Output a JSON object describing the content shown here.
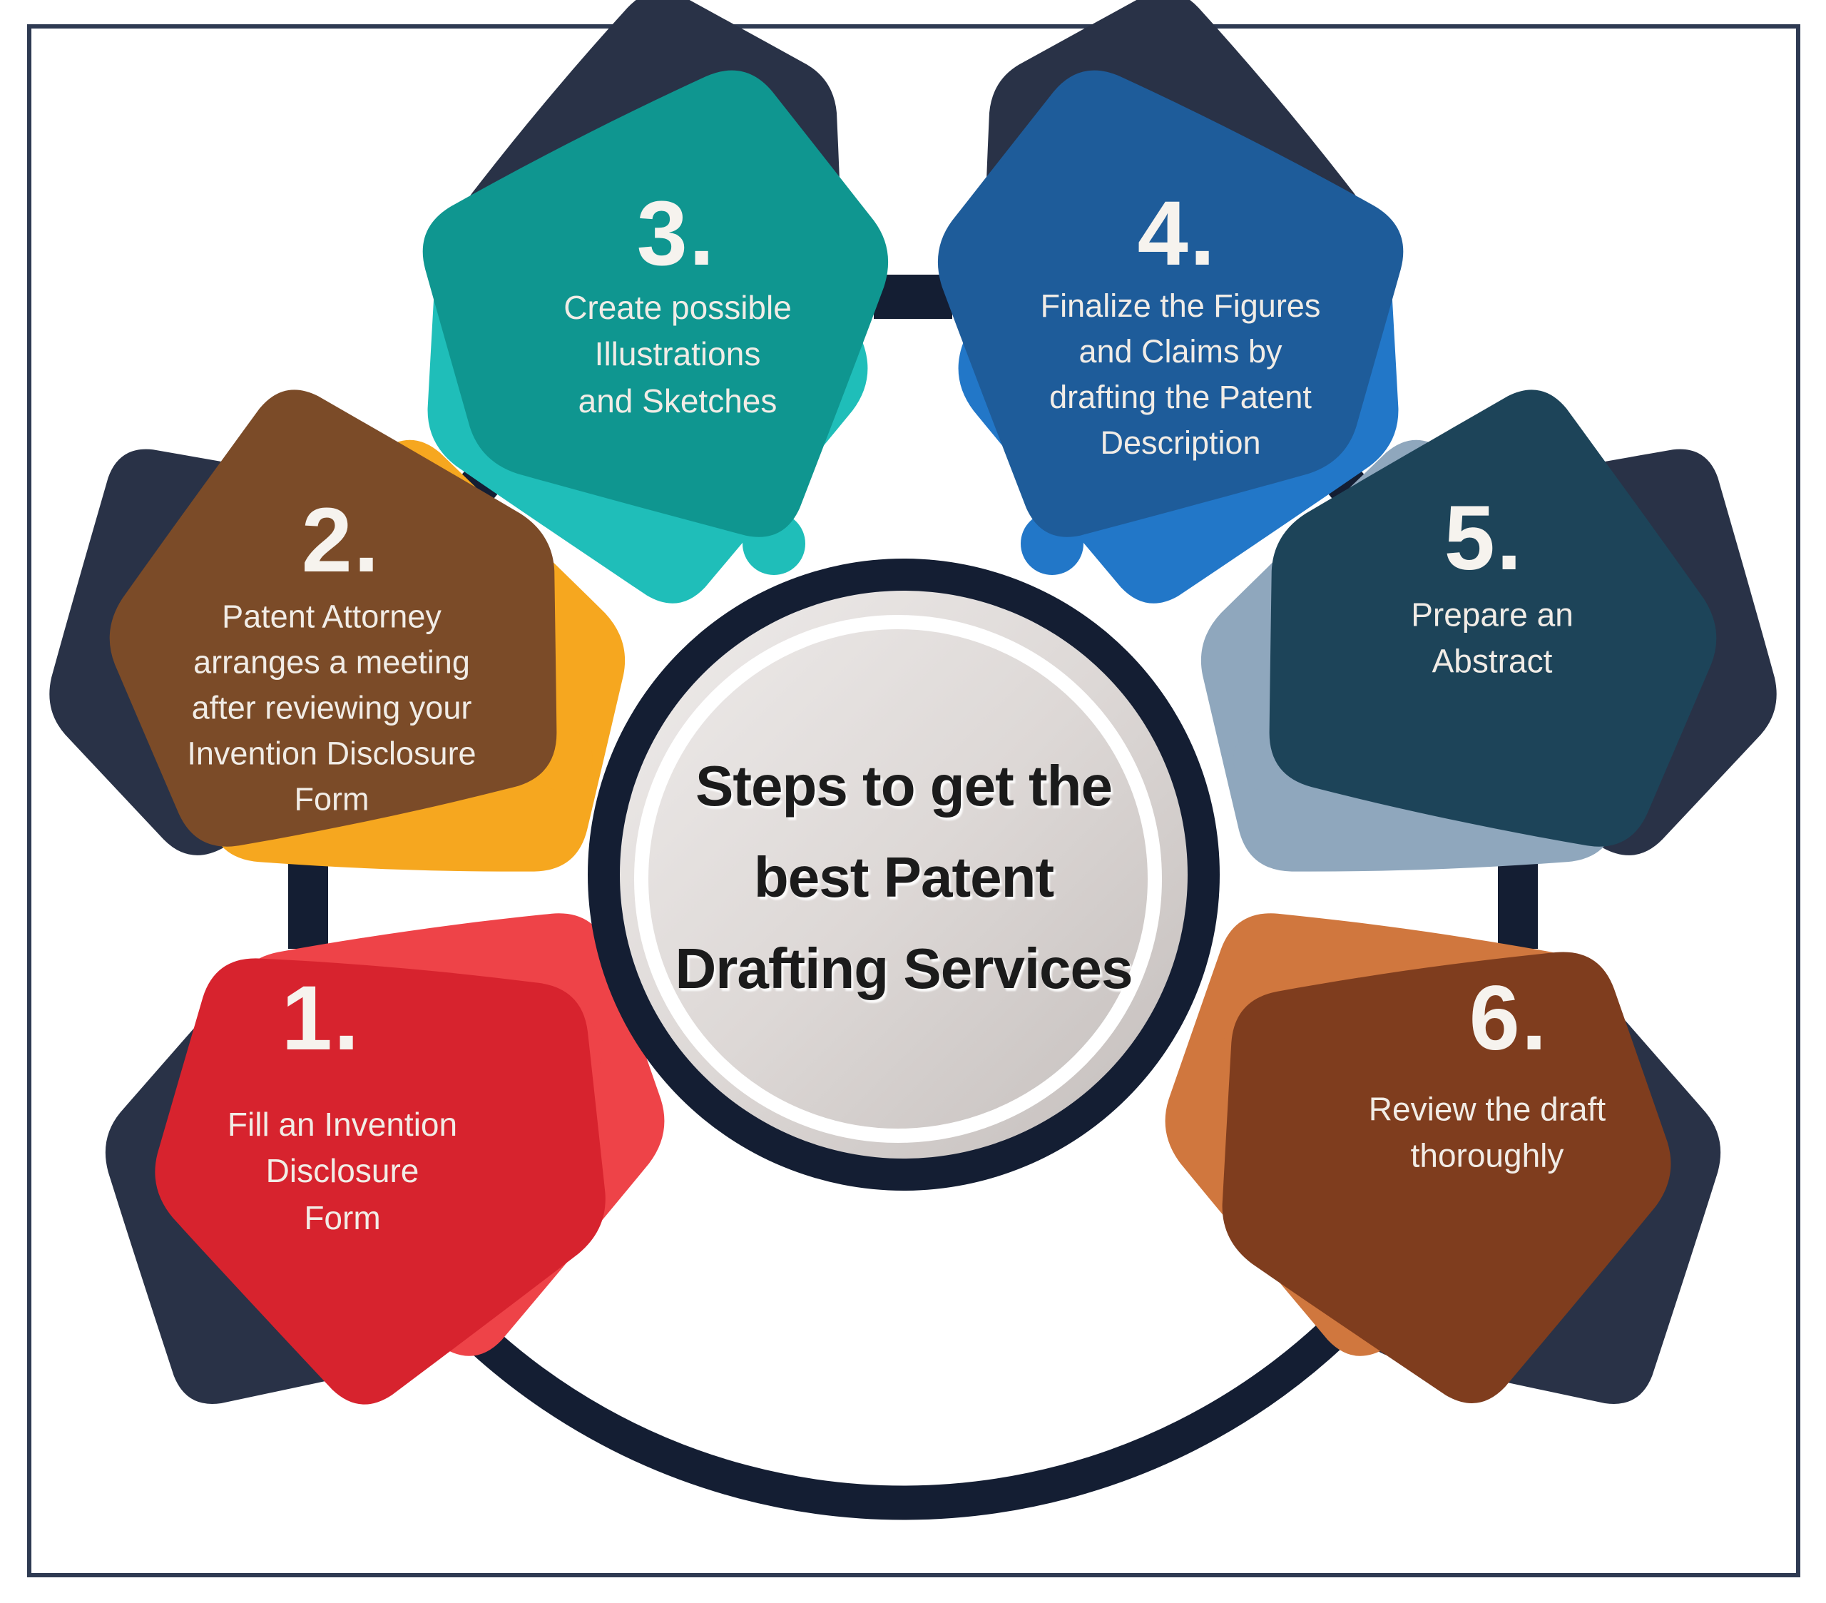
{
  "center": {
    "title": "Steps to get the best Patent Drafting Services",
    "title_lines": [
      "Steps to get the",
      "best Patent",
      "Drafting Services"
    ]
  },
  "steps": [
    {
      "number": "1.",
      "lines": [
        "Fill an Invention",
        "Disclosure",
        "Form"
      ],
      "color_main": "#D7232E",
      "color_light": "#EE4348"
    },
    {
      "number": "2.",
      "lines": [
        "Patent Attorney",
        "arranges a meeting",
        "after reviewing your",
        "Invention Disclosure",
        "Form"
      ],
      "color_main": "#7B4B28",
      "color_light": "#F6A71F"
    },
    {
      "number": "3.",
      "lines": [
        "Create possible",
        "Illustrations",
        "and Sketches"
      ],
      "color_main": "#0F9690",
      "color_light": "#1FBEB9"
    },
    {
      "number": "4.",
      "lines": [
        "Finalize the Figures",
        "and Claims by",
        "drafting the Patent",
        "Description"
      ],
      "color_main": "#1E5C9A",
      "color_light": "#2277C8"
    },
    {
      "number": "5.",
      "lines": [
        "Prepare an",
        "Abstract"
      ],
      "color_main": "#1D4459",
      "color_light": "#8FA7BD"
    },
    {
      "number": "6.",
      "lines": [
        "Review the draft",
        "thoroughly"
      ],
      "color_main": "#7F3D1E",
      "color_light": "#D0773E"
    }
  ],
  "colors": {
    "background": "#FFFFFF",
    "frame_border": "#2E3A52",
    "navy_back": "#293247",
    "navy_link": "#141E33",
    "hub_ring": "#141E33",
    "hub_disc_light": "#EFECEB",
    "hub_disc_mid": "#DDD8D6",
    "hub_disc_dark": "#C3BDBB",
    "hub_inner_ring": "#FFFFFF"
  }
}
